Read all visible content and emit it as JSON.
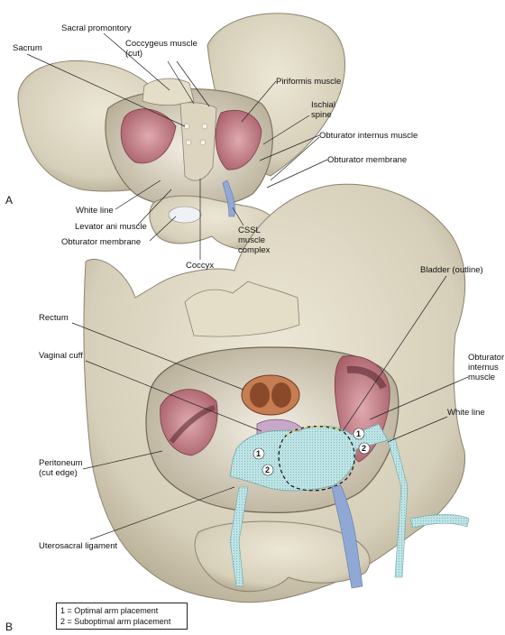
{
  "panels": {
    "a": "A",
    "b": "B"
  },
  "labels_a": {
    "sacral_promontory": "Sacral promontory",
    "coccygeus": "Coccygeus  muscle\n(cut)",
    "sacrum": "Sacrum",
    "piriformis": "Piriformis muscle",
    "ischial_spine": "Ischial\nspine",
    "obturator_internus": "Obturator internus muscle",
    "obturator_membrane_right": "Obturator membrane",
    "white_line": "White line",
    "levator_ani": "Levator ani muscle",
    "obturator_membrane_left": "Obturator membrane",
    "cssl": "CSSL\nmuscle\ncomplex",
    "coccyx": "Coccyx"
  },
  "labels_b": {
    "bladder": "Bladder (outline)",
    "rectum": "Rectum",
    "vaginal_cuff": "Vaginal cuff",
    "obturator_internus": "Obturator\ninternus\nmuscle",
    "white_line": "White line",
    "peritoneum": "Peritoneum\n(cut edge)",
    "uterosacral": "Uterosacral ligament"
  },
  "markers": {
    "one": "1",
    "two": "2"
  },
  "legend": {
    "line1": "1 = Optimal arm placement",
    "line2": "2 = Suboptimal arm placement"
  },
  "colors": {
    "bone": "#d9d3c0",
    "bone_shadow": "#a9a08a",
    "muscle": "#c98a8e",
    "muscle_dark": "#7a3e46",
    "ligament": "#8fa8d6",
    "mesh": "#a9d9dc",
    "rectum": "#b9714a"
  }
}
